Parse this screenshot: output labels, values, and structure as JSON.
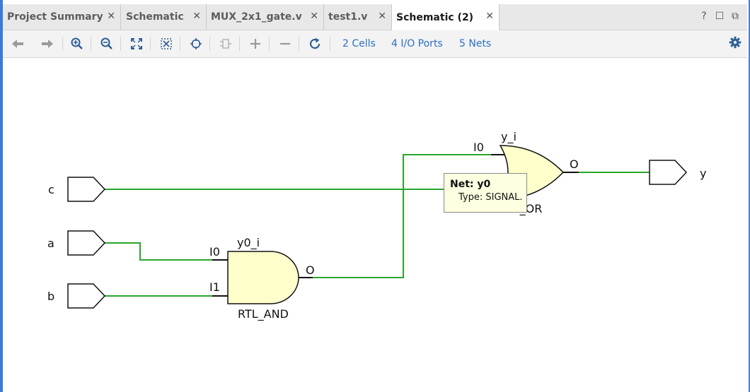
{
  "tabs": [
    {
      "label": "Project Summary",
      "active": false
    },
    {
      "label": "Schematic",
      "active": false
    },
    {
      "label": "MUX_2x1_gate.v",
      "active": false
    },
    {
      "label": "test1.v",
      "active": false
    },
    {
      "label": "Schematic (2)",
      "active": true
    }
  ],
  "window_controls": {
    "help": "?",
    "restore": "☐",
    "float": "⧉"
  },
  "toolbar": {
    "icons": [
      "back-arrow-icon",
      "forward-arrow-icon",
      "zoom-in-icon",
      "zoom-out-icon",
      "fit-view-icon",
      "zoom-selection-icon",
      "locate-icon",
      "collapse-cell-icon",
      "expand-icon",
      "shrink-icon",
      "refresh-icon"
    ],
    "cells_link": "2 Cells",
    "ports_link": "4 I/O Ports",
    "nets_link": "5 Nets",
    "settings_icon": "gear-icon"
  },
  "schematic": {
    "input_ports": [
      "c",
      "a",
      "b"
    ],
    "output_port": "y",
    "and_gate": {
      "instance": "y0_i",
      "type": "RTL_AND",
      "pin_in0": "I0",
      "pin_in1": "I1",
      "pin_out": "O"
    },
    "or_gate": {
      "instance": "y_i",
      "type": "RTL_OR",
      "pin_in0": "I0",
      "pin_out": "O"
    },
    "net_color": "#2aa52a",
    "gate_fill": "#ffffcc"
  },
  "tooltip": {
    "title": "Net: y0",
    "type_line": "Type: SIGNAL."
  }
}
